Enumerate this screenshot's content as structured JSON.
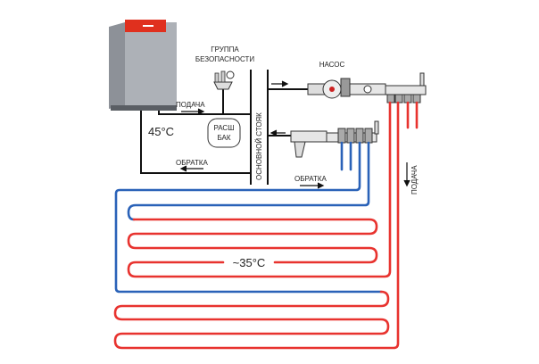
{
  "labels": {
    "safety_group_line1": "ГРУППА",
    "safety_group_line2": "БЕЗОПАСНОСТИ",
    "pump": "НАСОС",
    "supply_left": "ПОДАЧА",
    "boiler_temp": "45°C",
    "tank_line1": "РАСШ",
    "tank_line2": "БАК",
    "main_riser": "ОСНОВНОЙ СТОЯК",
    "return_left": "ОБРАТКА",
    "return_right": "ОБРАТКА",
    "supply_right": "ПОДАЧА",
    "floor_temp": "~35°C"
  },
  "colors": {
    "supply": "#e8332f",
    "return": "#2a62b8",
    "boiler_body": "#a9adb3",
    "boiler_top": "#e0301e"
  }
}
